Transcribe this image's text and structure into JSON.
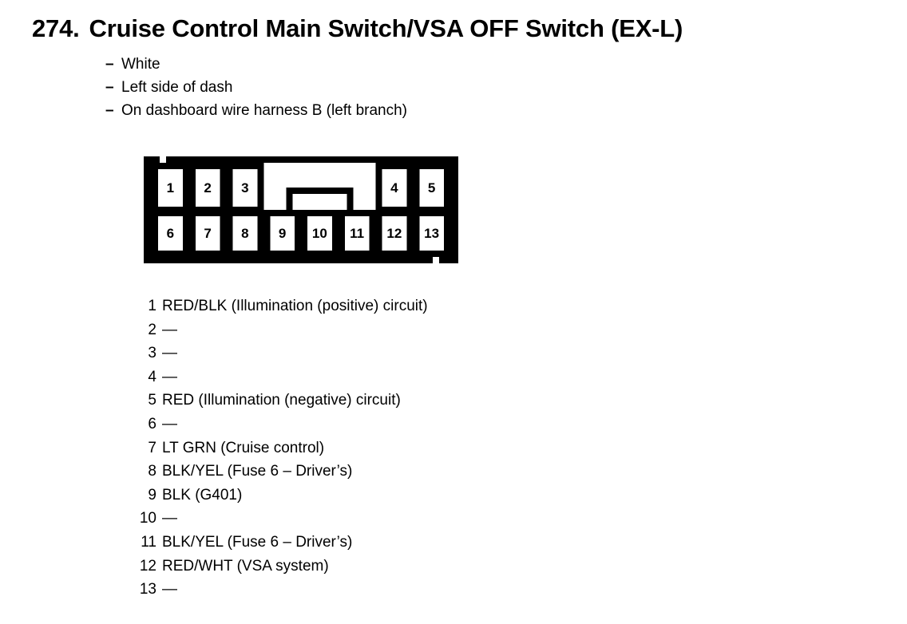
{
  "title": {
    "number": "274.",
    "text": "Cruise Control Main Switch/VSA OFF Switch (EX-L)"
  },
  "attributes": {
    "dash": "–",
    "items": [
      "White",
      "Left side of dash",
      "On dashboard wire harness B (left branch)"
    ]
  },
  "connector": {
    "top_row_left": [
      "1",
      "2",
      "3"
    ],
    "top_row_right": [
      "4",
      "5"
    ],
    "bottom_row": [
      "6",
      "7",
      "8",
      "9",
      "10",
      "11",
      "12",
      "13"
    ],
    "stroke_color": "#000000",
    "fill_color": "#ffffff"
  },
  "pins": [
    {
      "index": "1",
      "desc": "RED/BLK (Illumination (positive) circuit)"
    },
    {
      "index": "2",
      "desc": "—"
    },
    {
      "index": "3",
      "desc": "—"
    },
    {
      "index": "4",
      "desc": "—"
    },
    {
      "index": "5",
      "desc": "RED (Illumination (negative) circuit)"
    },
    {
      "index": "6",
      "desc": "—"
    },
    {
      "index": "7",
      "desc": "LT GRN (Cruise control)"
    },
    {
      "index": "8",
      "desc": "BLK/YEL (Fuse 6 – Driver’s)"
    },
    {
      "index": "9",
      "desc": "BLK (G401)"
    },
    {
      "index": "10",
      "desc": "—"
    },
    {
      "index": "11",
      "desc": "BLK/YEL (Fuse 6 – Driver’s)"
    },
    {
      "index": "12",
      "desc": "RED/WHT (VSA system)"
    },
    {
      "index": "13",
      "desc": "—"
    }
  ]
}
